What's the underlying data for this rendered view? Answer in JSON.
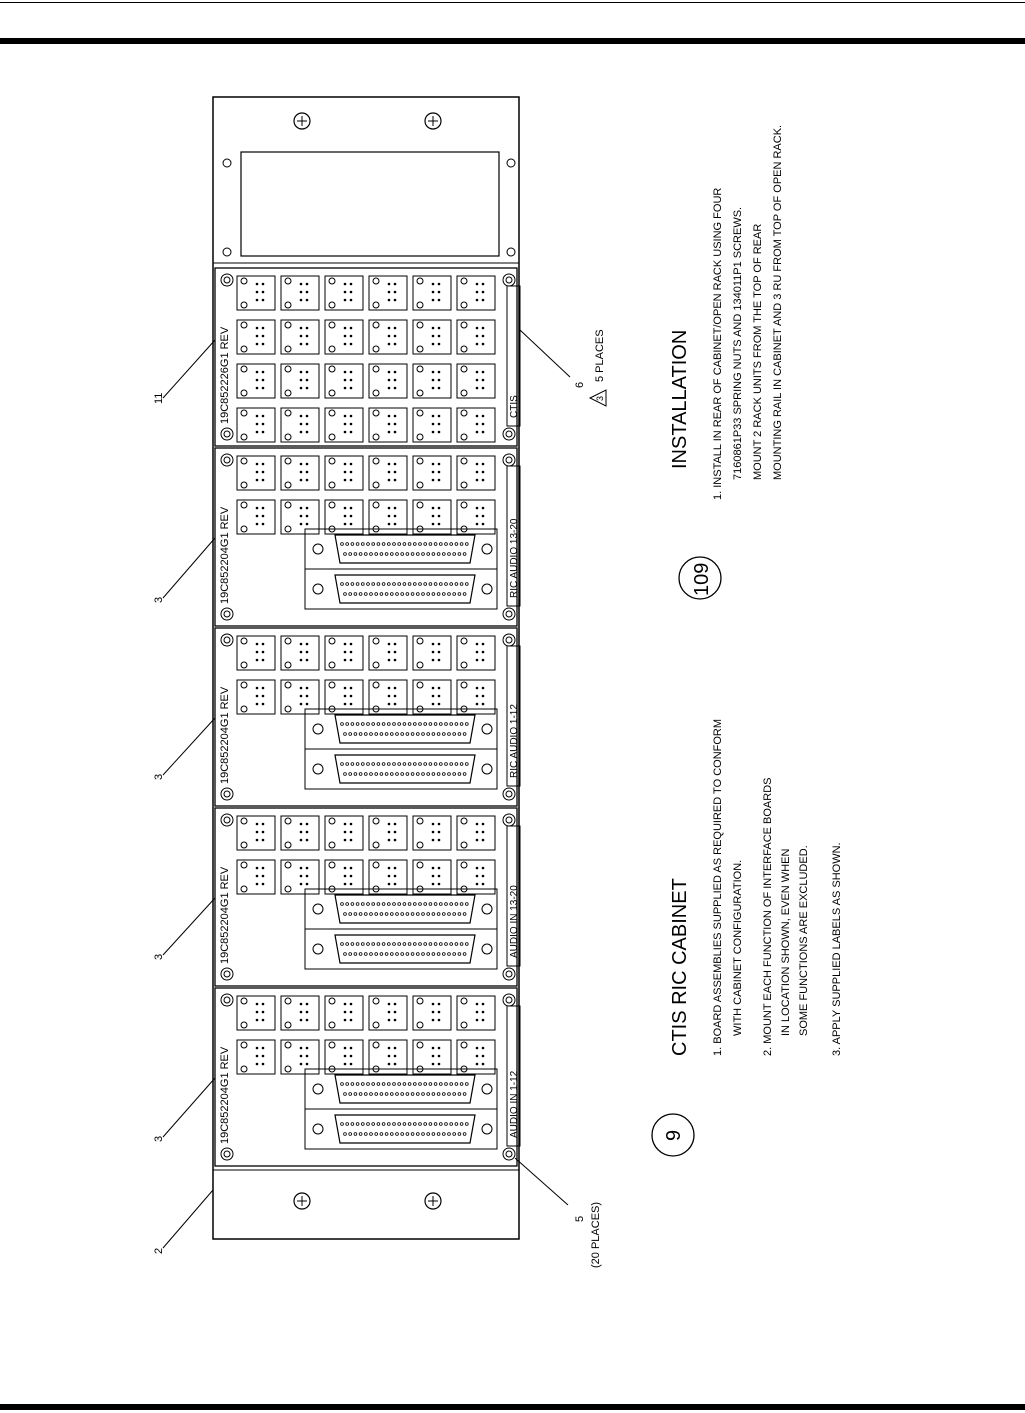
{
  "installation": {
    "title": "INSTALLATION",
    "lines": [
      "1.  INSTALL IN REAR OF CABINET/OPEN RACK USING FOUR",
      "7160861P33 SPRING NUTS AND 134011P1 SCREWS.",
      "MOUNT 2 RACK UNITS FROM THE TOP OF REAR",
      "MOUNTING RAIL IN CABINET AND 3 RU FROM TOP OF OPEN RACK."
    ]
  },
  "cabinet": {
    "title": "CTIS RIC CABINET",
    "notes": [
      "1.  BOARD ASSEMBLIES SUPPLIED AS REQUIRED TO CONFORM",
      "WITH CABINET CONFIGURATION.",
      "2.  MOUNT EACH FUNCTION OF INTERFACE BOARDS",
      "IN LOCATION SHOWN, EVEN WHEN",
      "SOME FUNCTIONS ARE EXCLUDED.",
      "3.  APPLY SUPPLIED LABELS AS SHOWN."
    ]
  },
  "bubbles": {
    "first": "109",
    "second": "9"
  },
  "panels": [
    {
      "part": "19C852204G1  REV",
      "label": "AUDIO IN 1-12",
      "callout": "3"
    },
    {
      "part": "19C852204G1  REV",
      "label": "AUDIO IN 13-20",
      "callout": "3"
    },
    {
      "part": "19C852204G1  REV",
      "label": "RIC AUDIO 1-12",
      "callout": "3"
    },
    {
      "part": "19C852204G1  REV",
      "label": "RIC AUDIO 13-20",
      "callout": "3"
    },
    {
      "part": "19C852226G1  REV",
      "label": "CTIS",
      "callout": "11"
    }
  ],
  "callouts": {
    "frame": "2",
    "screws": "5",
    "screws_note": "(20 PLACES)",
    "labels": "6",
    "labels_ref": "3",
    "labels_note": "5 PLACES"
  }
}
